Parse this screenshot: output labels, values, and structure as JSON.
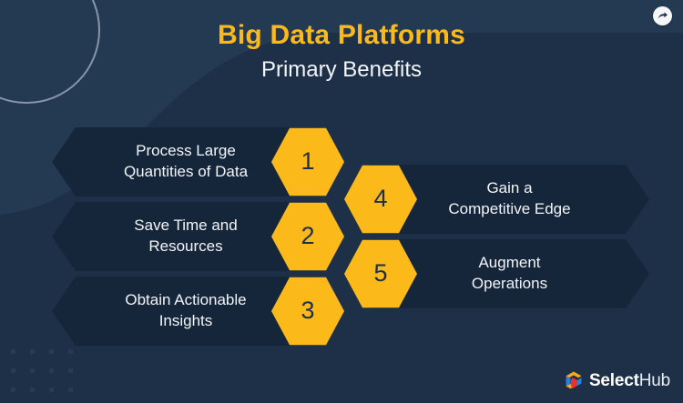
{
  "header": {
    "title": "Big Data Platforms",
    "subtitle": "Primary Benefits"
  },
  "share": {
    "icon": "share-arrow-icon",
    "label": "Share"
  },
  "benefits": {
    "left": [
      {
        "number": "1",
        "label": "Process Large\nQuantities of Data"
      },
      {
        "number": "2",
        "label": "Save Time and\nResources"
      },
      {
        "number": "3",
        "label": "Obtain Actionable\nInsights"
      }
    ],
    "right": [
      {
        "number": "4",
        "label": "Gain a\nCompetitive Edge"
      },
      {
        "number": "5",
        "label": "Augment\nOperations"
      }
    ]
  },
  "footer": {
    "brand_bold": "Select",
    "brand_light": "Hub",
    "logo_icon": "selecthub-cube-icon"
  },
  "colors": {
    "background": "#1e3047",
    "background_dark": "#16263a",
    "accent": "#fcba1a",
    "title": "#fcba1a",
    "text": "#f2f5f8",
    "number": "#1c3049"
  }
}
